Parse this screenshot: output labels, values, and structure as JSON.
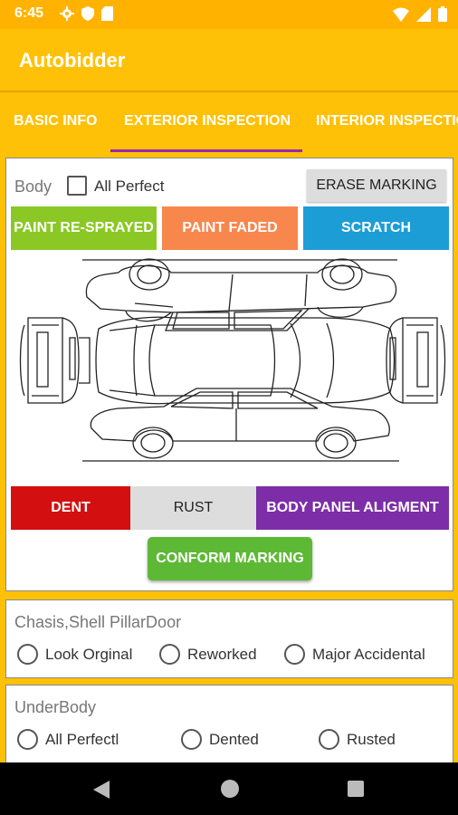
{
  "status_bar": {
    "time": "6:45"
  },
  "app_bar": {
    "title": "Autobidder"
  },
  "tabs": [
    {
      "label": "BASIC INFO",
      "active": false
    },
    {
      "label": "EXTERIOR INSPECTION",
      "active": true
    },
    {
      "label": "INTERIOR INSPECTION",
      "active": false
    }
  ],
  "body_section": {
    "label": "Body",
    "all_perfect_label": "All Perfect",
    "all_perfect_checked": false,
    "erase_label": "ERASE MARKING",
    "top_buttons": [
      {
        "label": "PAINT RE-SPRAYED",
        "color": "#8BC825"
      },
      {
        "label": "PAINT FADED",
        "color": "#F7874D"
      },
      {
        "label": "SCRATCH",
        "color": "#1C9DD6"
      }
    ],
    "bottom_buttons": [
      {
        "label": "DENT",
        "color": "#D30F0F"
      },
      {
        "label": "RUST",
        "color": "#DDDDDD"
      },
      {
        "label": "BODY PANEL ALIGMENT",
        "color": "#7D2DA8"
      }
    ],
    "confirm_label": "CONFORM MARKING"
  },
  "chasis_section": {
    "title": "Chasis,Shell PillarDoor",
    "options": [
      "Look Orginal",
      "Reworked",
      "Major Accidental"
    ]
  },
  "underbody_section": {
    "title": "UnderBody",
    "options": [
      "All Perfectl",
      "Dented",
      "Rusted"
    ]
  },
  "colors": {
    "primary": "#FFC107",
    "status_bar": "#FFB300",
    "tab_indicator": "#9C27B0",
    "confirm": "#5DB935"
  }
}
